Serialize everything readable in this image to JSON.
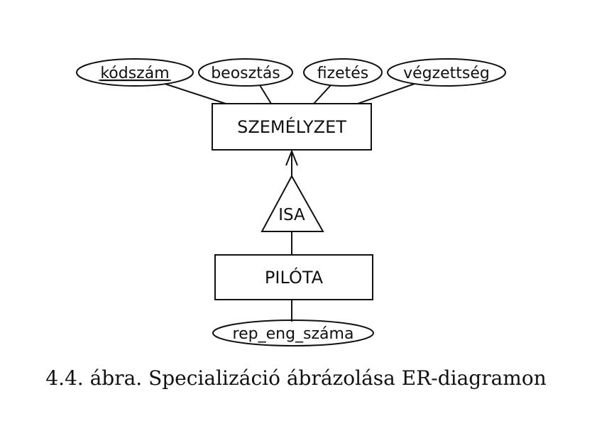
{
  "diagram": {
    "attributes": [
      {
        "text": "kódszám",
        "key": true
      },
      {
        "text": "beosztás",
        "key": false
      },
      {
        "text": "fizetés",
        "key": false
      },
      {
        "text": "végzettség",
        "key": false
      }
    ],
    "parent_entity": "SZEMÉLYZET",
    "isa": "ISA",
    "child_entity": "PILÓTA",
    "child_attribute": "rep_eng_száma"
  },
  "caption": "4.4. ábra. Specializáció ábrázolása ER-diagramon"
}
